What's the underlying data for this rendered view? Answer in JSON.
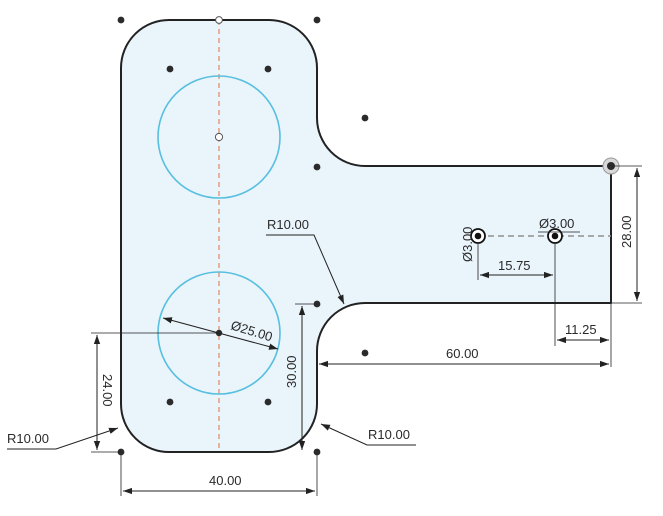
{
  "dimensions": {
    "d25": "Ø25.00",
    "d3_left": "Ø3.00",
    "d3_right": "Ø3.00",
    "h28": "28.00",
    "h15_75": "15.75",
    "h11_25": "11.25",
    "h60": "60.00",
    "v30": "30.00",
    "v24": "24.00",
    "w40": "40.00",
    "r_top": "R10.00",
    "r_left": "R10.00",
    "r_right": "R10.00"
  },
  "colors": {
    "profile_fill": "#e9f4fb",
    "profile_stroke": "#222222",
    "circle": "#57bfdf",
    "construction_axis": "#e09a72",
    "dimension": "#222222",
    "centerline": "#909090"
  }
}
